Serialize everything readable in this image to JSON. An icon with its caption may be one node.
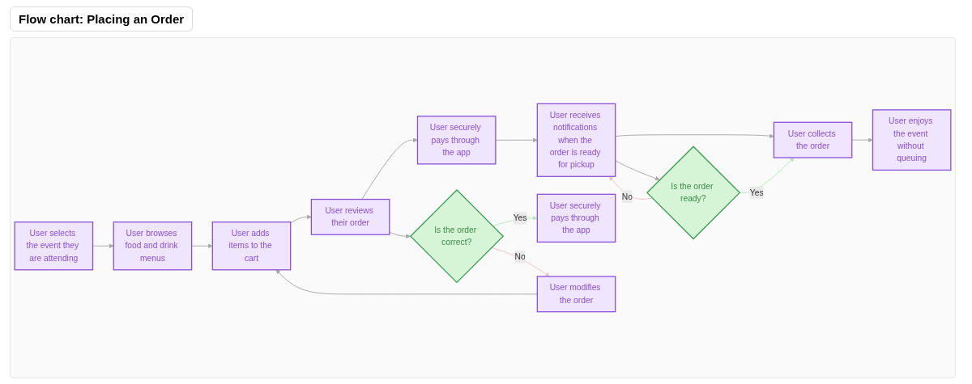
{
  "diagram": {
    "title": "Flow chart: Placing an Order",
    "nodes": [
      {
        "text": [
          "User selects the event they are attending"
        ]
      },
      {
        "text": [
          "User browses food and drink menus"
        ]
      },
      {
        "text": [
          "User adds items to the cart"
        ]
      },
      {
        "text": [
          "User reviews their order"
        ]
      },
      {
        "text": [
          "User securely pays through the app"
        ]
      },
      {
        "text": [
          "User receives notifications when the order is ready for pickup"
        ]
      },
      {
        "text": [
          "Is the order ready?"
        ]
      },
      {
        "text": [
          "User collects the order"
        ]
      },
      {
        "text": [
          "User enjoys the event without queuing"
        ]
      },
      {
        "text": [
          "Is the order correct?"
        ]
      },
      {
        "text": [
          "User securely pays through the app"
        ]
      },
      {
        "text": [
          "User modifies the order"
        ]
      }
    ],
    "edges": [
      {
        "from": 0,
        "to": 1,
        "arrow": "to"
      },
      {
        "from": 1,
        "to": 2,
        "arrow": "to"
      },
      {
        "from": 2,
        "to": 3,
        "arrow": "to"
      },
      {
        "from": 3,
        "to": 4,
        "arrow": "to"
      },
      {
        "from": 3,
        "to": 9,
        "arrow": "to"
      },
      {
        "from": 4,
        "to": 5,
        "arrow": "to"
      },
      {
        "from": 5,
        "to": 7,
        "arrow": "to"
      },
      {
        "from": 5,
        "to": 6,
        "arrow": "to"
      },
      {
        "from": 6,
        "to": 5,
        "arrow": "to",
        "label": "No",
        "color": "#f5c2c2"
      },
      {
        "from": 6,
        "to": 7,
        "arrow": "to",
        "label": "Yes",
        "color": "#b5e8bd"
      },
      {
        "from": 7,
        "to": 8,
        "arrow": "to"
      },
      {
        "from": 9,
        "to": 10,
        "arrow": "to",
        "label": "Yes",
        "color": "#b5e8bd"
      },
      {
        "from": 9,
        "to": 11,
        "arrow": "to",
        "label": "No",
        "color": "#f5c2c2"
      },
      {
        "from": 11,
        "to": 2,
        "arrow": "to"
      }
    ]
  }
}
